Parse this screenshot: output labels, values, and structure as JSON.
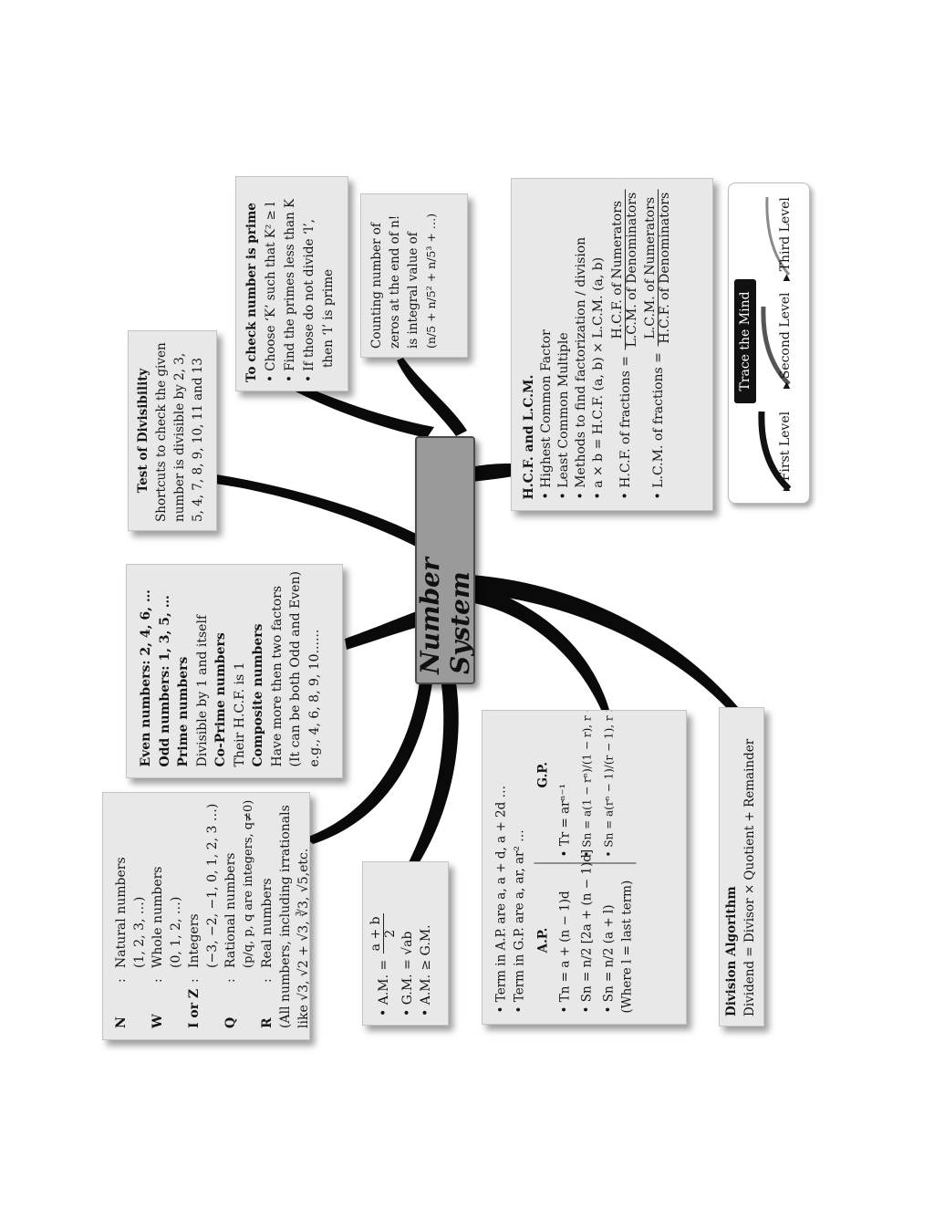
{
  "title": "Number System",
  "legend": {
    "title": "Trace the Mind Map",
    "levels": [
      "First Level",
      "Second Level",
      "Third Level"
    ]
  },
  "sets": {
    "n_sym": "N",
    "n_sep": ":",
    "n_label": "Natural numbers",
    "n_ex": "(1, 2, 3, …)",
    "w_sym": "W",
    "w_sep": ":",
    "w_label": "Whole numbers",
    "w_ex": "(0, 1, 2, …)",
    "z_sym": "I or Z",
    "z_sep": ":",
    "z_label": "Integers",
    "z_ex": "(−3, −2, −1, 0, 1, 2, 3 …)",
    "q_sym": "Q",
    "q_sep": ":",
    "q_label": "Rational numbers",
    "q_ex": "(p/q, p, q are integers, q≠0)",
    "r_sym": "R",
    "r_sep": ":",
    "r_label": "Real numbers",
    "r_ex1": "(All numbers, including irrationals",
    "r_ex2": "like √3, √2 + √3, ∛3, √5,etc."
  },
  "parity": {
    "even": "Even numbers: 2, 4, 6, …",
    "odd": "Odd numbers: 1, 3, 5, …",
    "prime_head": "Prime numbers",
    "prime_text": "Divisible by 1 and itself",
    "coprime_head": "Co-Prime numbers",
    "coprime_text": "Their H.C.F. is 1",
    "composite_head": "Composite numbers",
    "composite_text1": "Have more then two factors",
    "composite_text2": "(It can be both Odd and Even)",
    "composite_text3": "e.g., 4, 6, 8, 9, 10......"
  },
  "divisibility": {
    "title": "Test of Divisibility",
    "line1": "Shortcuts to check the given",
    "line2": "number is divisible by 2, 3,",
    "line3": "5, 4, 7, 8, 9, 10, 11 and 13"
  },
  "prime_check": {
    "title": "To check number is prime",
    "line1": "• Choose ‘K’ such that K² ≥ l",
    "line2": "• Find the primes less than K",
    "line3": "• If those do not divide ‘l’,",
    "line4": "then ‘l’ is prime"
  },
  "zeros": {
    "line1": "Counting number of",
    "line2": "zeros at the end of n!",
    "line3": "is integral value of",
    "formula": "(n/5 + n/5² + n/5³ + …)"
  },
  "hcf": {
    "title": "H.C.F. and L.C.M.",
    "line1": "• Highest Common Factor",
    "line2": "• Least Common Multiple",
    "line3": "• Methods to find factorization / division",
    "line4": "• a × b = H.C.F. (a, b) × L.C.M. (a, b)",
    "hcf_frac_label": "• H.C.F. of fractions =",
    "hcf_frac_num": "H.C.F. of Numerators",
    "hcf_frac_den": "L.C.M. of Denominators",
    "lcm_frac_label": "• L.C.M. of fractions =",
    "lcm_frac_num": "L.C.M. of Numerators",
    "lcm_frac_den": "H.C.F. of Denominators"
  },
  "means": {
    "am_label": "• A.M. =",
    "am_num": "a + b",
    "am_den": "2",
    "gm": "• G.M. = √ab",
    "ineq": "• A.M. ≥ G.M."
  },
  "progression": {
    "line1": "• Term in A.P. are a, a + d, a + 2d …",
    "line2": "• Term in G.P. are a, ar, ar² …",
    "ap_head": "A.P.",
    "gp_head": "G.P.",
    "ap_tn": "• Tn = a + (n − 1)d",
    "ap_sn1": "• Sn = n/2 [2a + (n − 1)d]",
    "ap_sn2": "• Sn = n/2 (a + l)",
    "ap_note": "(Where l = last term)",
    "gp_tn": "• Tr = arⁿ⁻¹",
    "gp_sn1": "• Sn = a(1 − rⁿ)/(1 − r), r < 1",
    "gp_sn2": "• Sn = a(rⁿ − 1)/(r − 1), r > 1"
  },
  "division": {
    "title": "Division Algorithm",
    "formula": "Dividend = Divisor × Quotient + Remainder"
  },
  "colors": {
    "box_bg": "#e8e8e8",
    "center_bg": "#9a9a9a",
    "branch": "#0a0a0a",
    "legend_first": "#111111",
    "legend_second": "#555555",
    "legend_third": "#8a8a8a"
  }
}
